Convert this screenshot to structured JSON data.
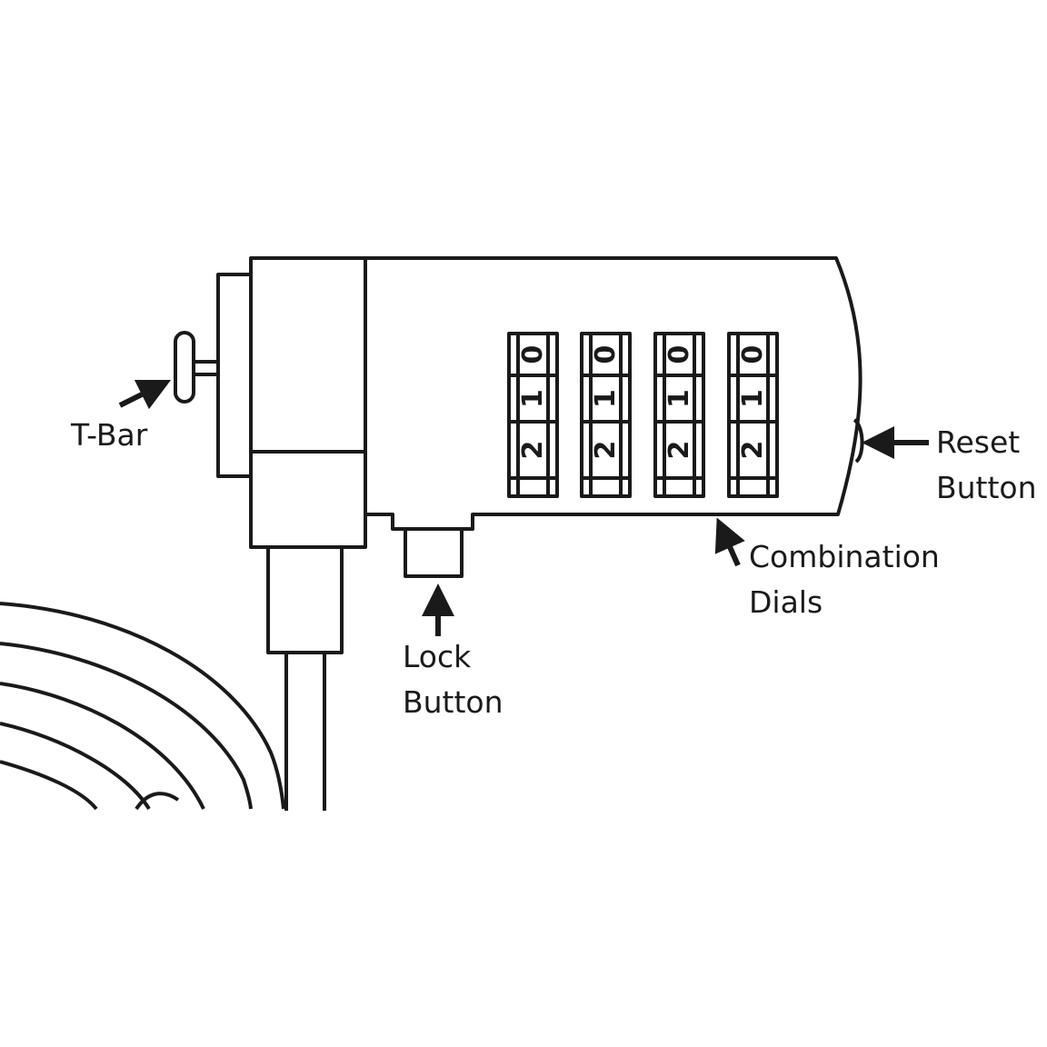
{
  "colors": {
    "ink": "#1a1a1a",
    "background": "#ffffff"
  },
  "labels": {
    "tbar": "T-Bar",
    "reset_line1": "Reset",
    "reset_line2": "Button",
    "combination_line1": "Combination",
    "combination_line2": "Dials",
    "lock_line1": "Lock",
    "lock_line2": "Button"
  },
  "dials": [
    {
      "digits": [
        "0",
        "1",
        "2"
      ]
    },
    {
      "digits": [
        "0",
        "1",
        "2"
      ]
    },
    {
      "digits": [
        "0",
        "1",
        "2"
      ]
    },
    {
      "digits": [
        "0",
        "1",
        "2"
      ]
    }
  ]
}
